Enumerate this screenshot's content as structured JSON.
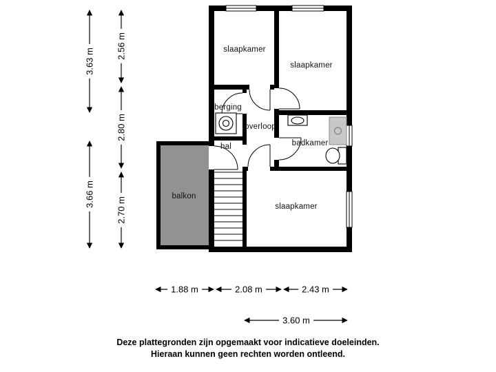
{
  "rooms": {
    "slaapkamer_top_left": "slaapkamer",
    "slaapkamer_top_right": "slaapkamer",
    "berging": "berging",
    "overloop": "overloop",
    "hal": "hal",
    "badkamer": "badkamer",
    "balkon": "balkon",
    "slaapkamer_bottom": "slaapkamer"
  },
  "dimensions": {
    "left_outer_top": "3.63 m",
    "left_inner_top": "2.56 m",
    "left_inner_middle": "2.80 m",
    "left_outer_bottom": "3.66 m",
    "left_inner_bottom": "2.70 m",
    "bottom_balkon": "1.88 m",
    "bottom_middle": "2.08 m",
    "bottom_right": "2.43 m",
    "bottom_total": "3.60 m"
  },
  "disclaimer": {
    "line1": "Deze plattegronden zijn opgemaakt voor indicatieve doeleinden.",
    "line2": "Hieraan kunnen geen rechten worden ontleend."
  },
  "colors": {
    "wall": "#000000",
    "balcony_fill": "#929292",
    "fixture_fill": "#c8c8c8",
    "background": "#ffffff"
  },
  "icons": {
    "washing_machine": "square with drum circles",
    "sink": "oval basin on counter",
    "toilet": "tank and bowl",
    "shower": "gray tray with drain circle",
    "stairs": "parallel treads",
    "door": "quarter-circle swing arc",
    "window": "double-line wall gap",
    "dimension_arrow": "double-headed arrow line"
  }
}
